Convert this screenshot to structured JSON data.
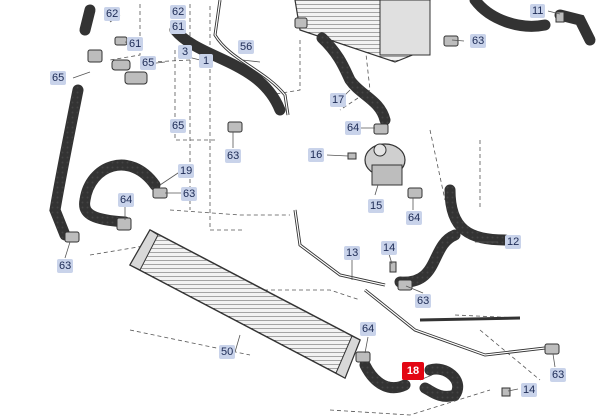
{
  "callouts": {
    "c62a": "62",
    "c62b": "62",
    "c61a": "61",
    "c61b": "61",
    "c3": "3",
    "c1": "1",
    "c65a": "65",
    "c65b": "65",
    "c65c": "65",
    "c56": "56",
    "c11": "11",
    "c63a": "63",
    "c17": "17",
    "c64a": "64",
    "c16": "16",
    "c63b": "63",
    "c19": "19",
    "c63c": "63",
    "c64b": "64",
    "c15": "15",
    "c64c": "64",
    "c12": "12",
    "c63d": "63",
    "c13": "13",
    "c14a": "14",
    "c63e": "63",
    "c50": "50",
    "c64d": "64",
    "c18": "18",
    "c63f": "63",
    "c14b": "14"
  }
}
